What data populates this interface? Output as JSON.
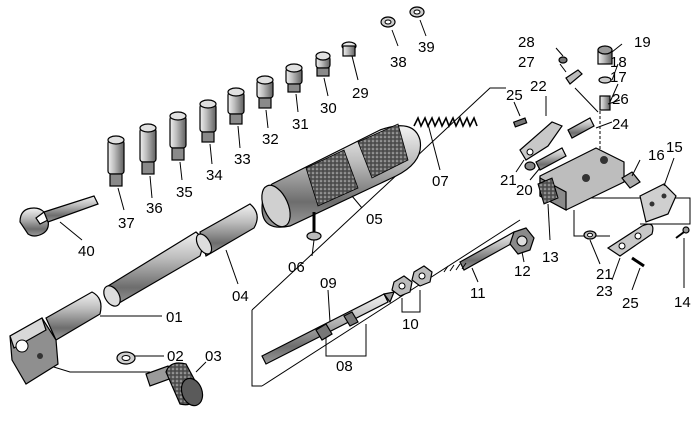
{
  "diagram": {
    "labels": {
      "p01": "01",
      "p02": "02",
      "p03": "03",
      "p04": "04",
      "p05": "05",
      "p06": "06",
      "p07": "07",
      "p08": "08",
      "p09": "09",
      "p10": "10",
      "p11": "11",
      "p12": "12",
      "p13": "13",
      "p14": "14",
      "p15": "15",
      "p16": "16",
      "p17": "17",
      "p18": "18",
      "p19": "19",
      "p20": "20",
      "p21a": "21",
      "p21b": "21",
      "p22": "22",
      "p23": "23",
      "p24": "24",
      "p25a": "25",
      "p25b": "25",
      "p26": "26",
      "p27": "27",
      "p28": "28",
      "p29": "29",
      "p30": "30",
      "p31": "31",
      "p32": "32",
      "p33": "33",
      "p34": "34",
      "p35": "35",
      "p36": "36",
      "p37": "37",
      "p38": "38",
      "p39": "39",
      "p40": "40"
    }
  }
}
